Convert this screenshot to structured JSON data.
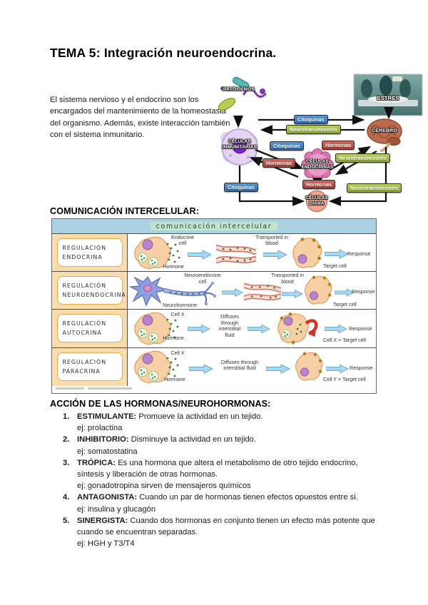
{
  "page": {
    "title": "TEMA 5: Integración neuroendocrina.",
    "intro": "El sistema nervioso y el endocrino son los encargados del mantenimiento de la homeostasia del organismo. Además, existe interacción también con el sistema inmunitario."
  },
  "diagram": {
    "nodes": {
      "patogenos": "PATÓGENOS",
      "estres": "ESTRÉS",
      "inmunitarias": "CÉLULAS\nINMUNITARIAS",
      "cerebro": "CEREBRO",
      "endocrinas": "CÉLULAS\nENDOCRINAS",
      "diana": "CÉLULAS\nDIANA"
    },
    "pills": [
      {
        "label": "Citoquinas",
        "color": "#3f7fc1"
      },
      {
        "label": "Neurotransmisores",
        "color": "#a3c04d"
      },
      {
        "label": "Citoquinas",
        "color": "#3f7fc1"
      },
      {
        "label": "Hormonas",
        "color": "#bf4a43"
      },
      {
        "label": "Hormonas",
        "color": "#bf4a43"
      },
      {
        "label": "Neurotransmisores",
        "color": "#a3c04d"
      },
      {
        "label": "Hormonas",
        "color": "#bf4a43"
      },
      {
        "label": "Citoquinas",
        "color": "#3f7fc1"
      },
      {
        "label": "Neurotransmisores",
        "color": "#a3c04d"
      }
    ]
  },
  "comunicacion": {
    "heading": "COMUNICACIÓN INTERCELULAR:",
    "figure_title": "comunicación intercelular",
    "rows": [
      {
        "label": "REGULACIÓN\nENDOCRINA",
        "source": "Endocrine\ncell",
        "messenger": "Hormone",
        "transport": "Transported in\nblood",
        "response": "Response",
        "target": "Target cell"
      },
      {
        "label": "REGULACIÓN\nNEUROENDOCRINA",
        "source": "Neuroendocrine\ncell",
        "messenger": "Neurohormone",
        "transport": "Transported in\nblood",
        "response": "Response",
        "target": "Target cell"
      },
      {
        "label": "REGULACIÓN\nAUTOCRINA",
        "source": "Cell X",
        "messenger": "Hormone",
        "transport": "Diffuses\nthrough\ninterstitial\nfluid",
        "response": "Response",
        "target": "Cell X = Target cell"
      },
      {
        "label": "REGULACIÓN\nPARACRINA",
        "source": "Cell X",
        "messenger": "Hormone",
        "transport": "Diffuses through\ninterstitial fluid",
        "response": "Response",
        "target": "Cell Y = Target cell"
      }
    ]
  },
  "accion": {
    "heading": "ACCIÓN DE LAS HORMONAS/NEUROHORMONAS:",
    "items": [
      {
        "num": "1.",
        "term": "ESTIMULANTE:",
        "desc": "Promueve la actividad en un tejido.",
        "example": "ej: prolactina"
      },
      {
        "num": "2.",
        "term": "INHIBITORIO:",
        "desc": "Disminuye la actividad en un tejido.",
        "example": "ej: somatostatina"
      },
      {
        "num": "3.",
        "term": "TRÓPICA:",
        "desc": "Es una hormona que altera el metabolismo de otro tejido endocrino, síntesis y liberación de otras hormonas.",
        "example": "ej: gonadotropina sirven de mensajeros químicos"
      },
      {
        "num": "4.",
        "term": "ANTAGONISTA:",
        "desc": "Cuando un par de hormonas tienen efectos opuestos entre si.",
        "example": "ej: insulina y glucagón"
      },
      {
        "num": "5.",
        "term": "SINERGISTA:",
        "desc": "Cuando dos hormonas en conjunto tienen un efecto más potente que cuando se encuentran separadas.",
        "example": "ej: HGH y T3/T4"
      }
    ]
  }
}
